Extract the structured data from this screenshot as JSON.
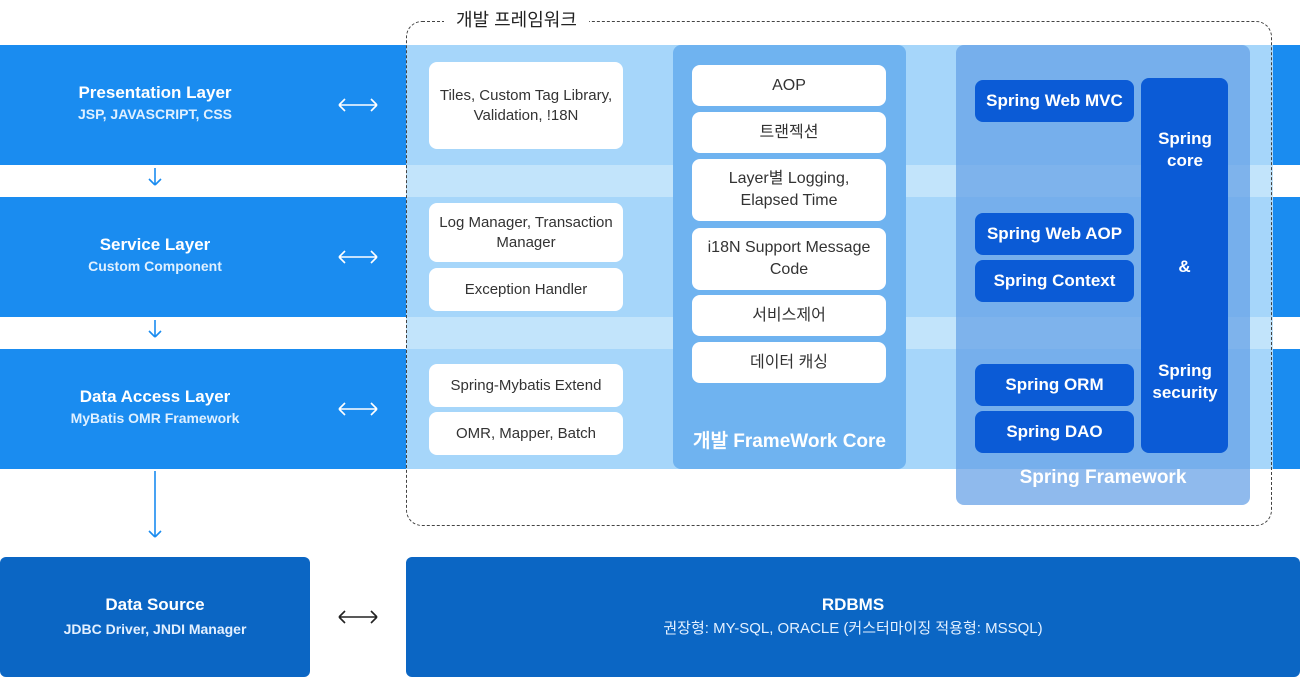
{
  "layers": {
    "presentation": {
      "title": "Presentation Layer",
      "subtitle": "JSP, JAVASCRIPT, CSS"
    },
    "service": {
      "title": "Service Layer",
      "subtitle": "Custom Component"
    },
    "data_access": {
      "title": "Data Access Layer",
      "subtitle": "MyBatis OMR Framework"
    },
    "data_source": {
      "title": "Data Source",
      "subtitle": "JDBC Driver, JNDI Manager"
    }
  },
  "framework": {
    "title": "개발 프레임워크",
    "presentation_components": [
      "Tiles, Custom Tag Library, Validation, !18N"
    ],
    "service_components": [
      "Log Manager, Transaction Manager",
      "Exception Handler"
    ],
    "data_components": [
      "Spring-Mybatis Extend",
      "OMR, Mapper, Batch"
    ]
  },
  "core": {
    "label": "개발 FrameWork Core",
    "items": [
      "AOP",
      "트랜젝션",
      "Layer별 Logging, Elapsed Time",
      "i18N Support Message Code",
      "서비스제어",
      "데이터 캐싱"
    ]
  },
  "spring": {
    "label": "Spring Framework",
    "modules": [
      "Spring Web MVC",
      "Spring Web AOP",
      "Spring Context",
      "Spring ORM",
      "Spring DAO"
    ],
    "core_text": "Spring core",
    "amp": "&",
    "security_text": "Spring security"
  },
  "rdbms": {
    "title": "RDBMS",
    "subtitle": "권장형: MY-SQL, ORACLE (커스터마이징 적용형: MSSQL)"
  },
  "colors": {
    "band": "#1a8cf0",
    "overlay": "#bae0fb",
    "core_column": "#6fb3f0",
    "spring_column": "#64a0e6",
    "spring_box": "#0b5bd6",
    "bottom_box": "#0b66c4"
  },
  "icons": [
    "double-arrow-icon",
    "down-arrow-icon"
  ]
}
